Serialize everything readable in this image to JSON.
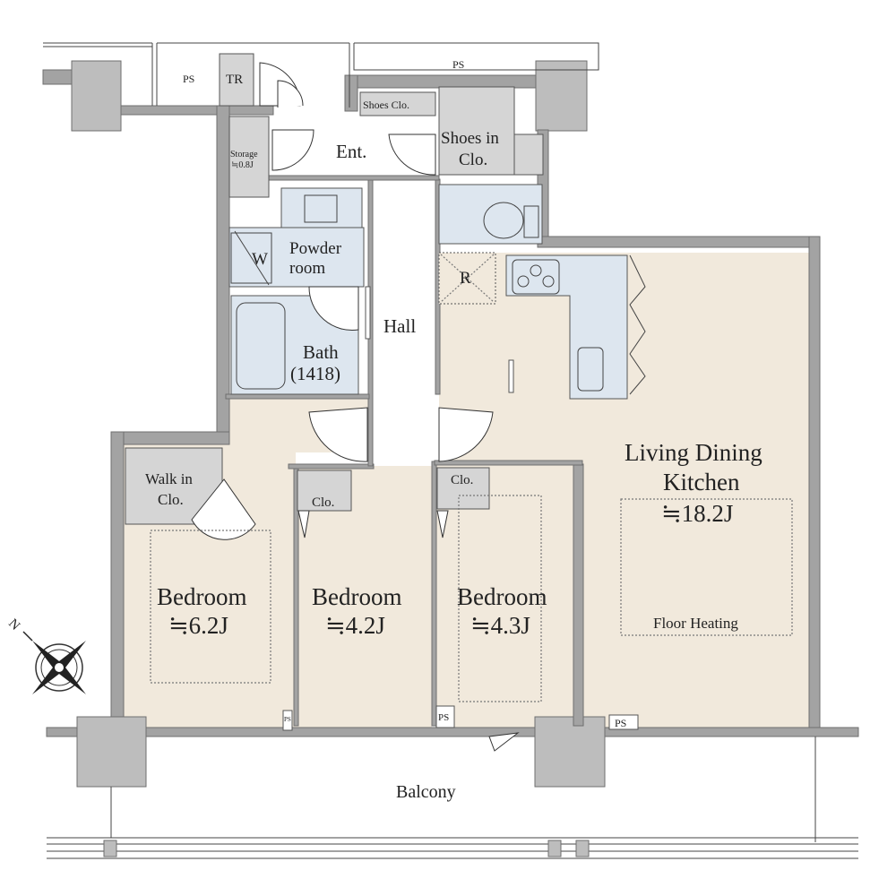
{
  "rooms": {
    "ps_top_left": "PS",
    "tr": "TR",
    "ps_top": "PS",
    "shoes_clo": "Shoes Clo.",
    "shoes_in_clo_1": "Shoes in",
    "shoes_in_clo_2": "Clo.",
    "storage_1": "Storage",
    "storage_2": "≒0.8J",
    "entrance": "Ent.",
    "washer": "W",
    "powder_1": "Powder",
    "powder_2": "room",
    "hall": "Hall",
    "bath_1": "Bath",
    "bath_2": "(1418)",
    "fridge": "R",
    "ldk_1": "Living Dining",
    "ldk_2": "Kitchen",
    "ldk_size": "≒18.2J",
    "floor_heating": "Floor Heating",
    "walkin_1": "Walk in",
    "walkin_2": "Clo.",
    "clo_2": "Clo.",
    "clo_3": "Clo.",
    "bedroom1": "Bedroom",
    "bedroom1_size": "≒6.2J",
    "bedroom2": "Bedroom",
    "bedroom2_size": "≒4.2J",
    "bedroom3": "Bedroom",
    "bedroom3_size": "≒4.3J",
    "ps_b2": "PS",
    "ps_b3": "PS",
    "ps_ldk": "PS",
    "balcony": "Balcony"
  },
  "compass": {
    "north_label": "N"
  },
  "colors": {
    "floor": "#f1e9dc",
    "wet": "#dde6ef",
    "closet": "#d5d5d5",
    "wall": "#a3a3a3"
  }
}
